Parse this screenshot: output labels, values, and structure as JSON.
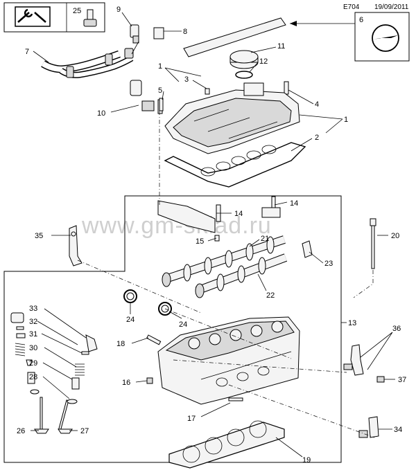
{
  "header": {
    "code": "E704",
    "date": "19/09/2011"
  },
  "watermark": "www.gm-sklad.ru",
  "callouts": [
    {
      "id": "c25",
      "text": "25"
    },
    {
      "id": "c9",
      "text": "9"
    },
    {
      "id": "c8",
      "text": "8"
    },
    {
      "id": "c6",
      "text": "6"
    },
    {
      "id": "c7",
      "text": "7"
    },
    {
      "id": "c11",
      "text": "11"
    },
    {
      "id": "c12",
      "text": "12"
    },
    {
      "id": "c1a",
      "text": "1"
    },
    {
      "id": "c3",
      "text": "3"
    },
    {
      "id": "c5",
      "text": "5"
    },
    {
      "id": "c10",
      "text": "10"
    },
    {
      "id": "c4",
      "text": "4"
    },
    {
      "id": "c1b",
      "text": "1"
    },
    {
      "id": "c2",
      "text": "2"
    },
    {
      "id": "c14a",
      "text": "14"
    },
    {
      "id": "c14b",
      "text": "14"
    },
    {
      "id": "c15",
      "text": "15"
    },
    {
      "id": "c21",
      "text": "21"
    },
    {
      "id": "c35",
      "text": "35"
    },
    {
      "id": "c20",
      "text": "20"
    },
    {
      "id": "c23",
      "text": "23"
    },
    {
      "id": "c22",
      "text": "22"
    },
    {
      "id": "c24a",
      "text": "24"
    },
    {
      "id": "c24b",
      "text": "24"
    },
    {
      "id": "c13",
      "text": "13"
    },
    {
      "id": "c33",
      "text": "33"
    },
    {
      "id": "c32",
      "text": "32"
    },
    {
      "id": "c31",
      "text": "31"
    },
    {
      "id": "c30",
      "text": "30"
    },
    {
      "id": "c29",
      "text": "29"
    },
    {
      "id": "c28",
      "text": "28"
    },
    {
      "id": "c18",
      "text": "18"
    },
    {
      "id": "c36",
      "text": "36"
    },
    {
      "id": "c16",
      "text": "16"
    },
    {
      "id": "c37",
      "text": "37"
    },
    {
      "id": "c17",
      "text": "17"
    },
    {
      "id": "c26",
      "text": "26"
    },
    {
      "id": "c27",
      "text": "27"
    },
    {
      "id": "c34",
      "text": "34"
    },
    {
      "id": "c19",
      "text": "19"
    }
  ]
}
